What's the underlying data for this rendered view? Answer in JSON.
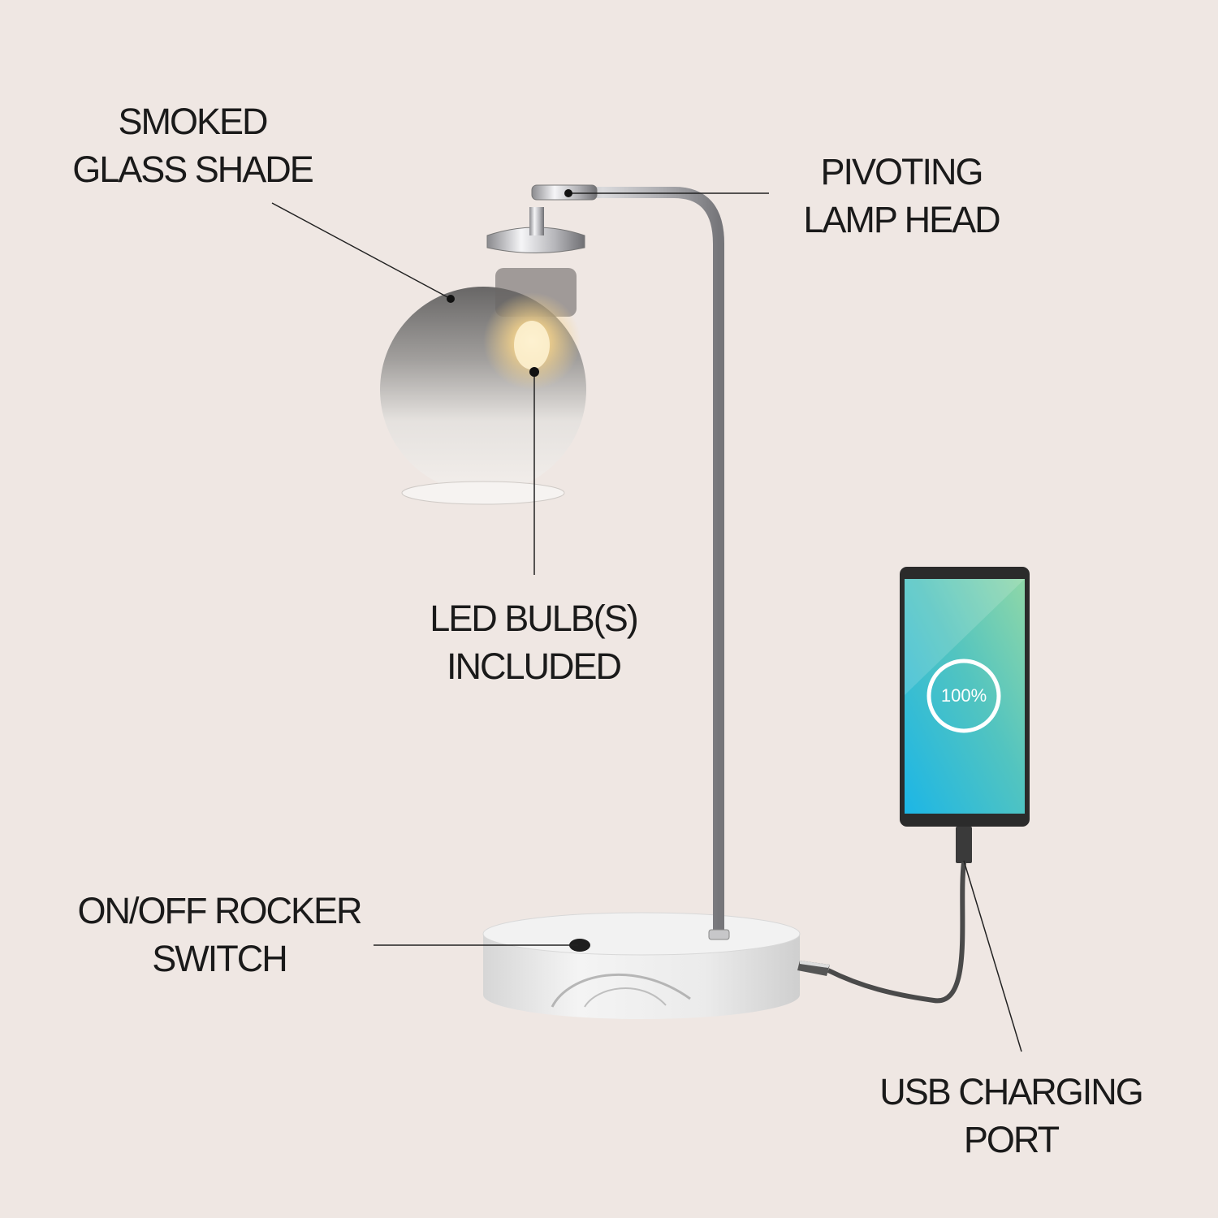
{
  "callouts": {
    "shade": {
      "line1": "SMOKED",
      "line2": "GLASS SHADE"
    },
    "pivot": {
      "line1": "PIVOTING",
      "line2": "LAMP HEAD"
    },
    "bulb": {
      "line1": "LED BULB(S)",
      "line2": "INCLUDED"
    },
    "switch": {
      "line1": "ON/OFF ROCKER",
      "line2": "SWITCH"
    },
    "usb": {
      "line1": "USB CHARGING",
      "line2": "PORT"
    }
  },
  "phone": {
    "battery_text": "100%",
    "battery_level": 1.0
  },
  "colors": {
    "background": "#efe7e3",
    "text": "#1a1a1a",
    "phone_frame": "#2b2b2b",
    "screen_top": "#9edcc8",
    "screen_bottom": "#1fb8e0"
  }
}
